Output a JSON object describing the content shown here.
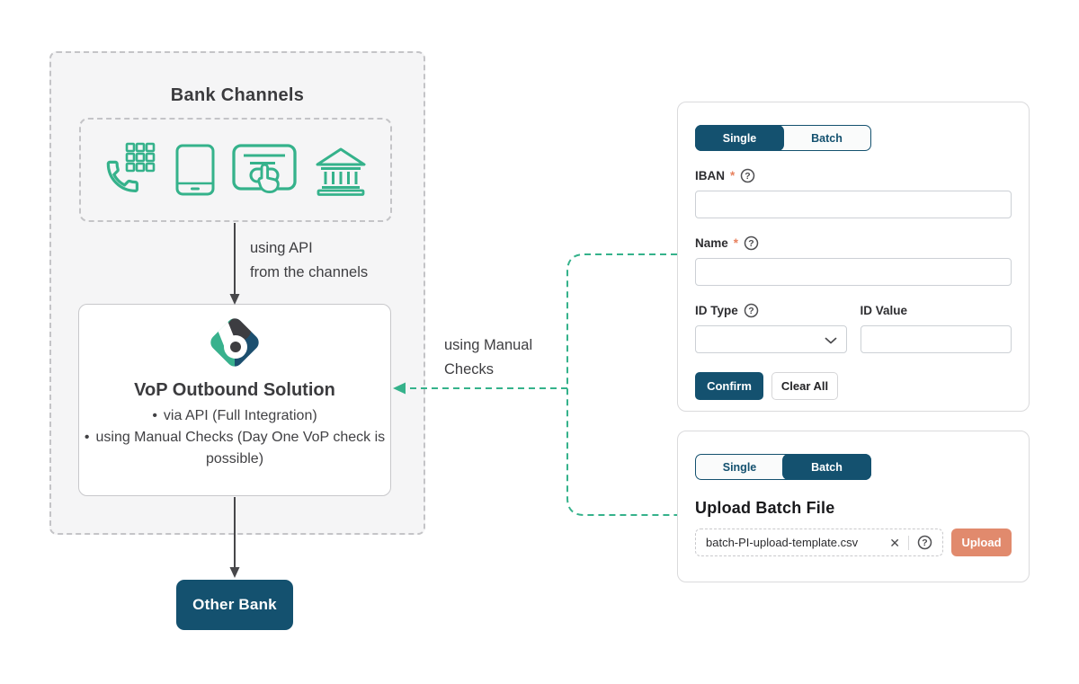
{
  "colors": {
    "teal": "#35b28b",
    "navy": "#14516f",
    "salmon": "#e18a6d",
    "text_dark": "#3d3d40",
    "panel_bg": "#f5f5f6"
  },
  "diagram": {
    "bank_channels_title": "Bank Channels",
    "channel_icons": [
      "phone-keypad-icon",
      "smartphone-icon",
      "card-touch-icon",
      "bank-icon"
    ],
    "api_label_line1": "using API",
    "api_label_line2": "from the channels",
    "vop_title": "VoP Outbound Solution",
    "bullet_glyph": "•",
    "vop_bullets": {
      "b1": "via API (Full Integration)",
      "b2": "using Manual Checks (Day One VoP check is possible)"
    },
    "manual_label_line1": "using Manual",
    "manual_label_line2": "Checks",
    "other_bank_label": "Other Bank"
  },
  "single_panel": {
    "tab_single": "Single",
    "tab_batch": "Batch",
    "iban_label": "IBAN",
    "name_label": "Name",
    "id_type_label": "ID Type",
    "id_value_label": "ID Value",
    "required_mark": "*",
    "help_glyph": "?",
    "iban_value": "",
    "name_value": "",
    "id_value_value": "",
    "confirm_label": "Confirm",
    "clear_all_label": "Clear All"
  },
  "batch_panel": {
    "tab_single": "Single",
    "tab_batch": "Batch",
    "heading": "Upload Batch File",
    "file_name": "batch-PI-upload-template.csv",
    "clear_glyph": "✕",
    "help_glyph": "?",
    "upload_label": "Upload"
  }
}
